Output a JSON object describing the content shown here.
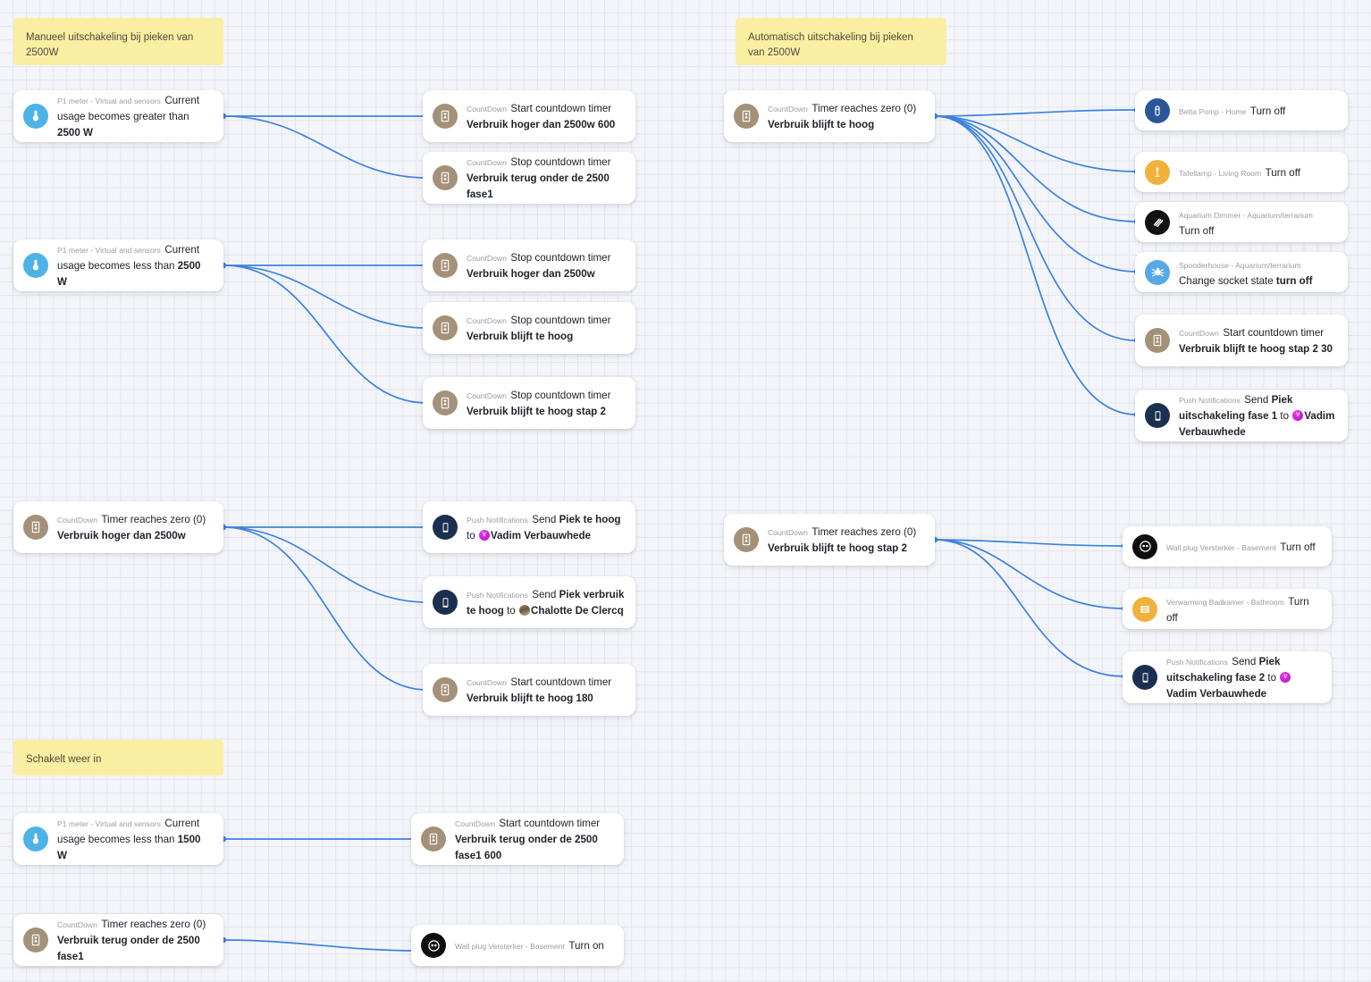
{
  "canvas": {
    "background_color": "#f4f5fa",
    "grid_color": "#e3e5ee",
    "edge_color": "#3c82e0",
    "note_color": "#faeea2"
  },
  "notes": [
    {
      "id": "note-manueel",
      "text": "Manueel uitschakeling bij pieken van 2500W"
    },
    {
      "id": "note-automatisch",
      "text": "Automatisch uitschakeling bij pieken van 2500W"
    },
    {
      "id": "note-schakelt",
      "text": "Schakelt weer in"
    }
  ],
  "cards": {
    "trigger_usage_greater_2500": {
      "subtitle": "P1 meter - Virtual and sensors",
      "title_plain": "Current usage becomes greater than ",
      "title_bold": "2500 W",
      "icon": "p1-meter-icon"
    },
    "trigger_usage_less_2500": {
      "subtitle": "P1 meter - Virtual and sensors",
      "title_plain": "Current usage becomes less than ",
      "title_bold": "2500 W",
      "icon": "p1-meter-icon"
    },
    "action_start_hoger_2500w_600": {
      "subtitle": "CountDown",
      "title_plain": "Start countdown timer ",
      "title_bold": "Verbruik hoger dan 2500w  600",
      "icon": "hourglass-icon"
    },
    "action_stop_terug_onder_fase1": {
      "subtitle": "CountDown",
      "title_plain": "Stop countdown timer ",
      "title_bold": "Verbruik terug onder de 2500 fase1",
      "icon": "hourglass-icon"
    },
    "action_stop_hoger_2500w": {
      "subtitle": "CountDown",
      "title_plain": "Stop countdown timer ",
      "title_bold": "Verbruik hoger dan 2500w",
      "icon": "hourglass-icon"
    },
    "action_stop_blijft_te_hoog": {
      "subtitle": "CountDown",
      "title_plain": "Stop countdown timer ",
      "title_bold": "Verbruik blijft te hoog",
      "icon": "hourglass-icon"
    },
    "action_stop_blijft_te_hoog_stap2": {
      "subtitle": "CountDown",
      "title_plain": "Stop countdown timer ",
      "title_bold": "Verbruik blijft te hoog stap 2",
      "icon": "hourglass-icon"
    },
    "trigger_timer_zero_hoger_2500w": {
      "subtitle": "CountDown",
      "title_plain": "Timer reaches zero (0) ",
      "title_bold": "Verbruik hoger dan 2500w",
      "icon": "hourglass-icon"
    },
    "action_push_piek_te_hoog": {
      "subtitle": "Push Notifications",
      "title_parts": [
        "Send ",
        "Piek te hoog",
        " to "
      ],
      "recipient": "Vadim Verbauwhede",
      "avatar": "magenta",
      "avatar_initial": "V",
      "icon": "phone-icon"
    },
    "action_push_piek_verbruik_te_hoog": {
      "subtitle": "Push Notifications",
      "title_parts": [
        "Send ",
        "Piek verbruik te hoog",
        " to "
      ],
      "recipient": "Chalotte De Clercq",
      "avatar": "photo",
      "avatar_initial": "",
      "icon": "phone-icon"
    },
    "action_start_blijft_te_hoog_180": {
      "subtitle": "CountDown",
      "title_plain": "Start countdown timer ",
      "title_bold": "Verbruik blijft te hoog  180",
      "icon": "hourglass-icon"
    },
    "trigger_timer_zero_blijft_te_hoog": {
      "subtitle": "CountDown",
      "title_plain": "Timer reaches zero (0) ",
      "title_bold": "Verbruik blijft te hoog",
      "icon": "hourglass-icon"
    },
    "trigger_timer_zero_blijft_te_hoog_stap2": {
      "subtitle": "CountDown",
      "title_plain": "Timer reaches zero (0) ",
      "title_bold": "Verbruik blijft te hoog stap 2",
      "icon": "hourglass-icon"
    },
    "device_betta_pomp": {
      "subtitle": "Betta Pomp - Home",
      "title_plain": "Turn off",
      "icon": "pump-icon",
      "icon_color": "#2b5699"
    },
    "device_tafellamp": {
      "subtitle": "Tafellamp - Living Room",
      "title_plain": "Turn off",
      "icon": "lamp-icon",
      "icon_color": "#f0b23c"
    },
    "device_aquarium_dimmer": {
      "subtitle": "Aquarium Dimmer - Aquarium/terrarium",
      "title_plain": "Turn off",
      "icon": "dimmer-icon",
      "icon_color": "#121212"
    },
    "device_spooderhouse": {
      "subtitle": "Spooderhouse - Aquarium/terrarium",
      "title_plain": "Change socket state ",
      "title_bold": "turn off",
      "icon": "spider-icon",
      "icon_color": "#58a8e8"
    },
    "action_start_blijft_te_hoog_stap2_30": {
      "subtitle": "CountDown",
      "title_plain": "Start countdown timer ",
      "title_bold": "Verbruik blijft te hoog stap 2  30",
      "icon": "hourglass-icon"
    },
    "action_push_uitschakeling_fase1": {
      "subtitle": "Push Notifications",
      "title_parts": [
        "Send ",
        "Piek uitschakeling fase 1",
        "  to "
      ],
      "recipient": "Vadim Verbauwhede",
      "avatar": "magenta",
      "avatar_initial": "V",
      "icon": "phone-icon"
    },
    "device_wall_plug_versterker_off": {
      "subtitle": "Wall plug Versterker - Basement",
      "title_plain": "Turn off",
      "icon": "wallplug-icon",
      "icon_color": "#0d0d0d"
    },
    "device_verwarming_badkamer": {
      "subtitle": "Verwarming Badkamer - Bathroom",
      "title_plain": "Turn off",
      "icon": "radiator-icon",
      "icon_color": "#f0b23c"
    },
    "action_push_uitschakeling_fase2": {
      "subtitle": "Push Notifications",
      "title_parts": [
        "Send ",
        "Piek uitschakeling fase 2",
        " to "
      ],
      "recipient": "Vadim Verbauwhede",
      "avatar": "magenta",
      "avatar_initial": "V",
      "icon": "phone-icon"
    },
    "trigger_usage_less_1500": {
      "subtitle": "P1 meter - Virtual and sensors",
      "title_plain": "Current usage becomes less than ",
      "title_bold": "1500 W",
      "icon": "p1-meter-icon"
    },
    "action_start_terug_onder_fase1_600": {
      "subtitle": "CountDown",
      "title_plain": "Start countdown timer ",
      "title_bold": "Verbruik terug onder de 2500 fase1  600",
      "icon": "hourglass-icon"
    },
    "trigger_timer_zero_terug_onder_fase1": {
      "subtitle": "CountDown",
      "title_plain": "Timer reaches zero (0) ",
      "title_bold": "Verbruik terug onder de 2500 fase1",
      "icon": "hourglass-icon"
    },
    "device_wall_plug_versterker_on": {
      "subtitle": "Wall plug Versterker - Basement",
      "title_plain": "Turn on",
      "icon": "wallplug-icon",
      "icon_color": "#0d0d0d"
    }
  }
}
